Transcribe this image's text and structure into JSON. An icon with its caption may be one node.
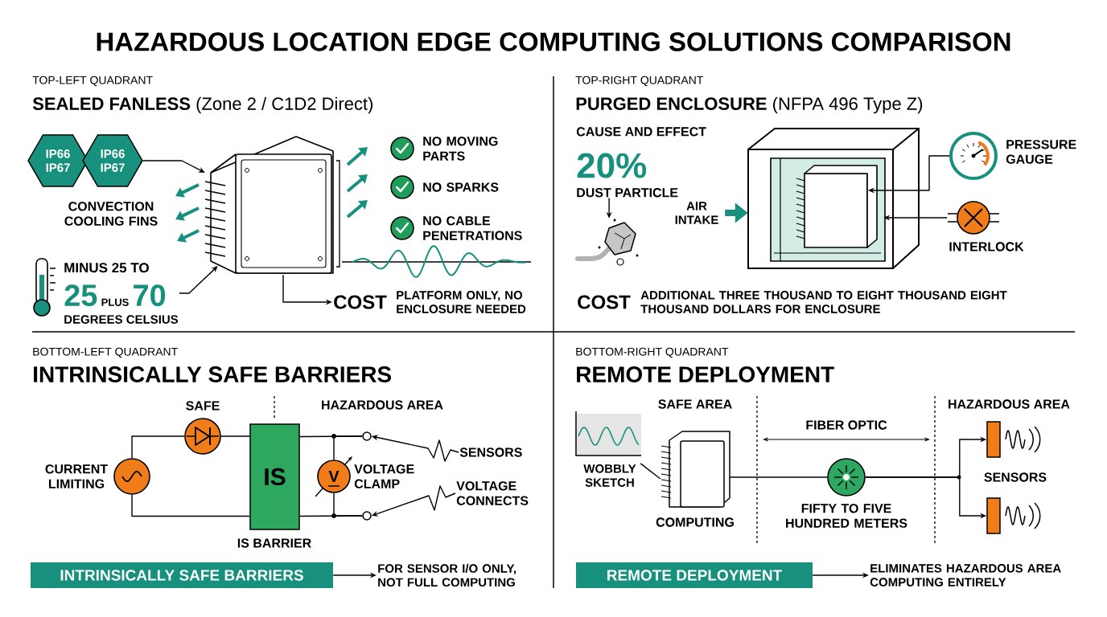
{
  "diagram": {
    "title": "HAZARDOUS LOCATION EDGE COMPUTING SOLUTIONS COMPARISON",
    "nodes": [
      {
        "text": [
          "IP66 IP67"
        ]
      },
      {
        "text": [
          "IP66 IP67"
        ]
      },
      {
        "text": [],
        "shape": "picture"
      },
      {
        "text": [
          "MINUS 25 TO",
          "25",
          "PLUS",
          "70",
          "DEGREES CELSIUS"
        ]
      },
      {
        "text": [
          "COST",
          "PLATFORM ONLY, NO ENCLOSURE NEEDED"
        ]
      },
      {
        "text": [
          "CAUSE AND EFFECT",
          "20%",
          "DUST PARTICLE"
        ]
      },
      {
        "text": [],
        "shape": "picture"
      },
      {
        "text": [
          "AIR INTAKE"
        ]
      },
      {
        "text": [],
        "shape": "picture"
      },
      {
        "text": [],
        "shape": "box",
        "in": 8
      },
      {
        "text": [],
        "shape": "circle",
        "beside": [
          "PRESSURE GAUGE"
        ]
      },
      {
        "text": [],
        "shape": "circle",
        "beside": [
          "INTERLOCK"
        ]
      },
      {
        "text": [],
        "shape": "circle",
        "beside": [
          "CURRENT LIMITING"
        ]
      },
      {
        "text": [],
        "shape": "circle",
        "beside": [
          "SAFE"
        ]
      },
      {
        "text": [
          "IS"
        ],
        "beside": [
          "IS BARRIER"
        ]
      },
      {
        "text": [
          "V"
        ],
        "beside": [
          "VOLTAGE CLAMP"
        ]
      },
      {
        "text": [],
        "shape": "circle"
      },
      {
        "text": [],
        "shape": "circle"
      },
      {
        "text": [
          "SENSORS"
        ]
      },
      {
        "text": [
          "VOLTAGE CONNECTS"
        ]
      },
      {
        "text": [
          "INTRINSICALLY SAFE BARRIERS"
        ]
      },
      {
        "text": [
          "FOR SENSOR I/O ONLY, NOT FULL COMPUTING"
        ]
      },
      {
        "text": [],
        "shape": "picture"
      },
      {
        "text": [
          "WOBBLY SKETCH"
        ]
      },
      {
        "text": [],
        "shape": "picture",
        "beside": [
          "COMPUTING"
        ]
      },
      {
        "text": [],
        "shape": "circle",
        "beside": [
          "FIFTY TO FIVE HUNDRED METERS"
        ]
      },
      {
        "text": [],
        "shape": "bar"
      },
      {
        "text": [],
        "shape": "bar"
      },
      {
        "text": [
          "REMOTE DEPLOYMENT"
        ]
      },
      {
        "text": [
          "ELIMINATES HAZARDOUS AREA COMPUTING ENTIRELY"
        ]
      }
    ],
    "edges": [
      {
        "from": 1,
        "to": 2,
        "arrow": "to"
      },
      {
        "from": 3,
        "to": 2,
        "arrow": "to"
      },
      {
        "from": 2,
        "to": 4,
        "arrow": "to"
      },
      {
        "from": 5,
        "to": 6,
        "arrow": "to"
      },
      {
        "from": 7,
        "to": 8,
        "arrow": "to",
        "style": "thick",
        "color": "#17917e"
      },
      {
        "from": 10,
        "to": 9,
        "arrow": "to"
      },
      {
        "from": 11,
        "to": 8,
        "arrow": "to"
      },
      {
        "from": 12,
        "to": 13,
        "arrow": "none"
      },
      {
        "from": 13,
        "to": 14,
        "arrow": "none"
      },
      {
        "from": 12,
        "to": 14,
        "arrow": "none"
      },
      {
        "from": 14,
        "to": 16,
        "arrow": "none"
      },
      {
        "from": 14,
        "to": 17,
        "arrow": "none"
      },
      {
        "from": 15,
        "to": 16,
        "arrow": "none"
      },
      {
        "from": 15,
        "to": 17,
        "arrow": "none"
      },
      {
        "from": 18,
        "to": 16,
        "arrow": "to"
      },
      {
        "from": 19,
        "to": 17,
        "arrow": "to"
      },
      {
        "from": 20,
        "to": 21,
        "arrow": "to"
      },
      {
        "from": 23,
        "to": 24,
        "arrow": "none"
      },
      {
        "from": 24,
        "to": 25,
        "arrow": "none"
      },
      {
        "from": 25,
        "to": 26,
        "arrow": "to"
      },
      {
        "from": 25,
        "to": 27,
        "arrow": "to"
      },
      {
        "from": 28,
        "to": 29,
        "arrow": "to"
      }
    ],
    "labels": [
      "TOP-LEFT QUADRANT",
      "**SEALED FANLESS** (Zone 2 / C1D2 Direct)",
      "TOP-RIGHT QUADRANT",
      "**PURGED ENCLOSURE** (NFPA 496 Type Z)",
      "CONVECTION COOLING FINS",
      "NO MOVING PARTS",
      "NO SPARKS",
      "NO CABLE PENETRATIONS",
      "COST",
      "ADDITIONAL THREE THOUSAND TO EIGHT THOUSAND EIGHT THOUSAND DOLLARS FOR ENCLOSURE",
      "BOTTOM-LEFT QUADRANT",
      "INTRINSICALLY SAFE BARRIERS",
      "BOTTOM-RIGHT QUADRANT",
      "REMOTE DEPLOYMENT",
      "HAZARDOUS AREA",
      "SAFE AREA",
      "FIBER OPTIC",
      "HAZARDOUS AREA",
      "SENSORS"
    ]
  }
}
